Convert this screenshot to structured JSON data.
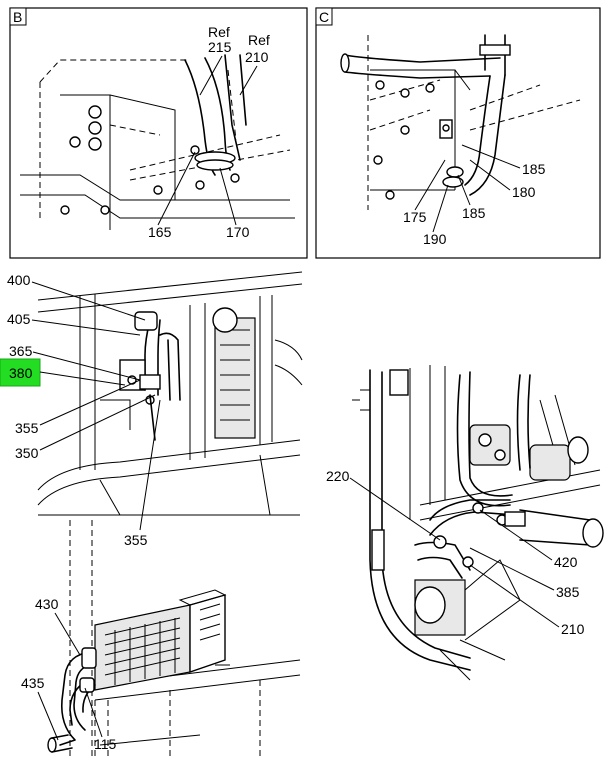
{
  "panels": {
    "b": {
      "letter": "B"
    },
    "c": {
      "letter": "C"
    }
  },
  "callouts": {
    "ref215_a": "Ref",
    "ref215_b": "215",
    "ref210_a": "Ref",
    "ref210_b": "210",
    "c165": "165",
    "c170": "170",
    "c185_top": "185",
    "c180": "180",
    "c175": "175",
    "c185_bot": "185",
    "c190": "190",
    "c400": "400",
    "c405": "405",
    "c365": "365",
    "c380": "380",
    "c355_left": "355",
    "c350": "350",
    "c355_bottom": "355",
    "c220": "220",
    "c420": "420",
    "c385": "385",
    "c210": "210",
    "c430": "430",
    "c435": "435",
    "c115": "115"
  },
  "colors": {
    "highlight": "#22dd22",
    "line": "#000000",
    "background": "#ffffff"
  }
}
